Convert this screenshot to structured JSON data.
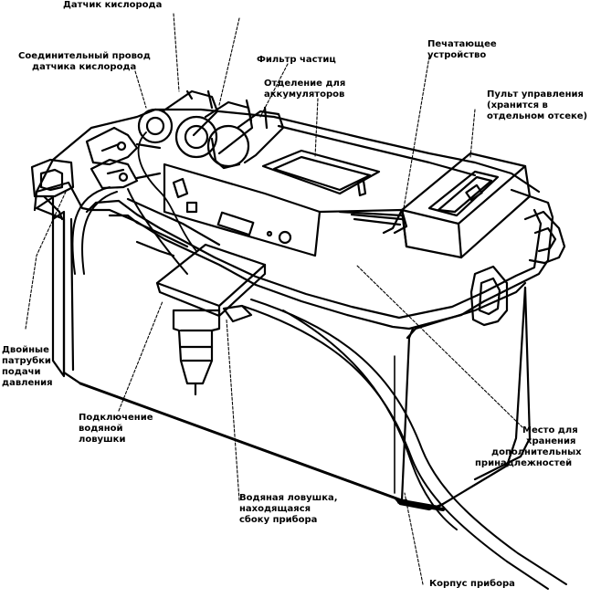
{
  "labels": {
    "oxygen_sensor": "Датчик кислорода",
    "top_cut": "",
    "sensor_cable": [
      "Соединительный провод",
      "датчика кислорода"
    ],
    "particle_filter": "Фильтр частиц",
    "battery": [
      "Отделение для",
      "аккумуляторов"
    ],
    "printer": [
      "Печатающее",
      "устройство"
    ],
    "control_panel": [
      "Пульт управления",
      "(хранится в",
      "отдельном отсеке)"
    ],
    "dual_tubes": [
      "Двойные",
      "патрубки",
      "подачи",
      "давления"
    ],
    "trap_connection": [
      "Подключение",
      "водяной",
      "ловушки"
    ],
    "accessory_storage": [
      "Место для",
      "хранения",
      "дополнительных",
      "принадлежностей"
    ],
    "water_trap": [
      "Водяная ловушка,",
      "находящаяся",
      "сбоку прибора"
    ],
    "housing": "Корпус прибора"
  },
  "colors": {
    "ink": "#000000",
    "paper": "#ffffff"
  }
}
